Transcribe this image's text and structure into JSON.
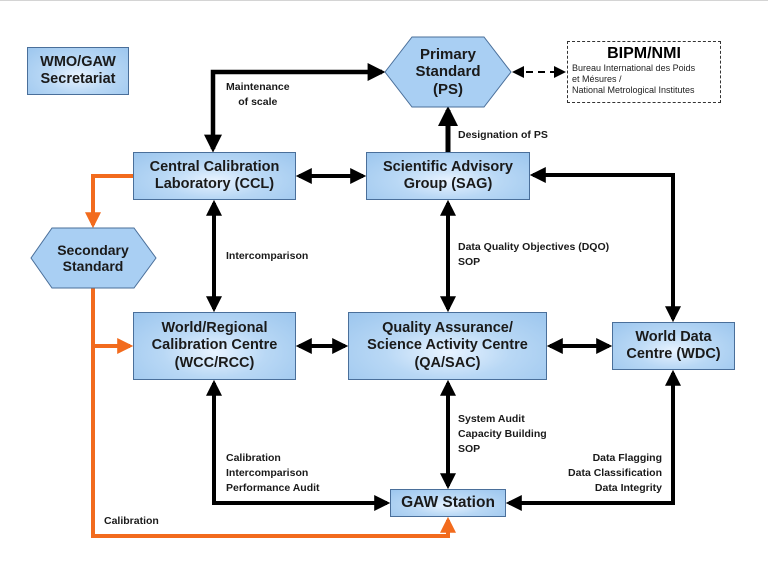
{
  "nodes": {
    "wmo": {
      "line1": "WMO/GAW",
      "line2": "Secretariat"
    },
    "primary": {
      "line1": "Primary",
      "line2": "Standard",
      "line3": "(PS)"
    },
    "bipm": {
      "title": "BIPM/NMI",
      "line1": "Bureau International des Poids",
      "line2": "et Mésures /",
      "line3": "National Metrological Institutes"
    },
    "ccl": {
      "line1": "Central Calibration",
      "line2": "Laboratory (CCL)"
    },
    "sag": {
      "line1": "Scientific Advisory",
      "line2": "Group (SAG)"
    },
    "secondary": {
      "line1": "Secondary",
      "line2": "Standard"
    },
    "wcc": {
      "line1": "World/Regional",
      "line2": "Calibration Centre",
      "line3": "(WCC/RCC)"
    },
    "qasac": {
      "line1": "Quality Assurance/",
      "line2": "Science Activity Centre",
      "line3": "(QA/SAC)"
    },
    "wdc": {
      "line1": "World Data",
      "line2": "Centre (WDC)"
    },
    "gaw": {
      "label": "GAW Station"
    }
  },
  "edge_labels": {
    "maintenance": [
      "Maintenance",
      "of scale"
    ],
    "designation": "Designation of PS",
    "intercomparison": "Intercomparison",
    "dqo": [
      "Data Quality Objectives (DQO)",
      "SOP"
    ],
    "wcc_gaw": [
      "Calibration",
      "Intercomparison",
      "Performance Audit"
    ],
    "qa_gaw": [
      "System Audit",
      "Capacity Building",
      "SOP"
    ],
    "wdc_gaw": [
      "Data Flagging",
      "Data Classification",
      "Data Integrity"
    ],
    "calibration": "Calibration"
  },
  "colors": {
    "arrow": "#000000",
    "orange": "#f26b1d",
    "box_border": "#4a6f9a",
    "box_fill": "#a9cff3"
  }
}
